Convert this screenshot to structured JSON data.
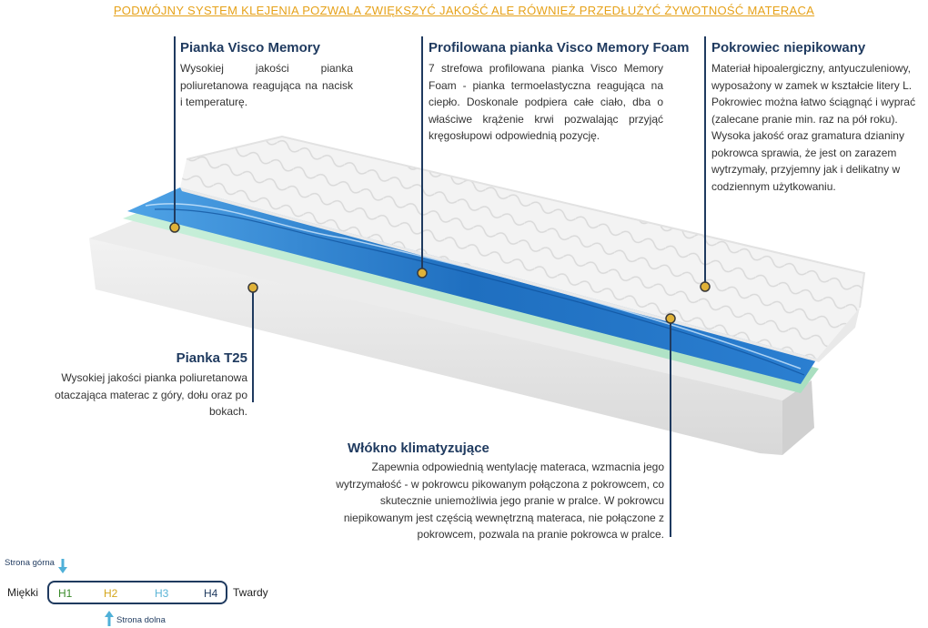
{
  "headline": "PODWÓJNY SYSTEM KLEJENIA POZWALA ZWIĘKSZYĆ JAKOŚĆ ALE RÓWNIEŻ PRZEDŁUŻYĆ ŻYWOTNOŚĆ MATERACA",
  "colors": {
    "headline": "#e6a21a",
    "line": "#1f3a5f",
    "dot": "#e0b238",
    "gel": "#2b7fd1",
    "mint": "#bfe9d2"
  },
  "callouts": {
    "visco": {
      "title": "Pianka Visco Memory",
      "text": "Wysokiej jakości pianka poliuretanowa reagująca na nacisk i temperaturę."
    },
    "profil": {
      "title": "Profilowana pianka Visco Memory Foam",
      "text": "7 strefowa profilowana pianka Visco Memory Foam - pianka termoelastyczna reagująca na ciepło. Doskonale podpiera całe ciało, dba o właściwe krążenie krwi pozwalając przyjąć kręgosłupowi odpowiednią pozycję."
    },
    "pokrowiec": {
      "title": "Pokrowiec niepikowany",
      "text": "Materiał hipoalergiczny, antyuczuleniowy, wyposażony w zamek w kształcie litery L. Pokrowiec można łatwo ściągnąć i wyprać (zalecane pranie min. raz na pół roku). Wysoka jakość oraz gramatura dzianiny pokrowca sprawia, że jest on zarazem wytrzymały, przyjemny jak i delikatny w codziennym użytkowaniu."
    },
    "t25": {
      "title": "Pianka T25",
      "text": "Wysokiej jakości pianka poliuretanowa otaczająca materac z góry, dołu oraz po bokach."
    },
    "wlokno": {
      "title": "Włókno klimatyzujące",
      "text": "Zapewnia odpowiednią wentylację materaca, wzmacnia jego wytrzymałość - w pokrowcu pikowanym połączona z pokrowcem, co skutecznie uniemożliwia jego pranie w pralce. W pokrowcu niepikowanym jest częścią wewnętrzną materaca, nie połączone z pokrowcem, pozwala na pranie pokrowca w pralce."
    }
  },
  "hardness": {
    "top_side": "Strona górna",
    "bottom_side": "Strona dolna",
    "soft": "Miękki",
    "hard": "Twardy",
    "levels": [
      {
        "label": "H1",
        "color": "#3a8a2a"
      },
      {
        "label": "H2",
        "color": "#d4a51a"
      },
      {
        "label": "H3",
        "color": "#5ab4d6"
      },
      {
        "label": "H4",
        "color": "#1f3a5f"
      }
    ]
  }
}
